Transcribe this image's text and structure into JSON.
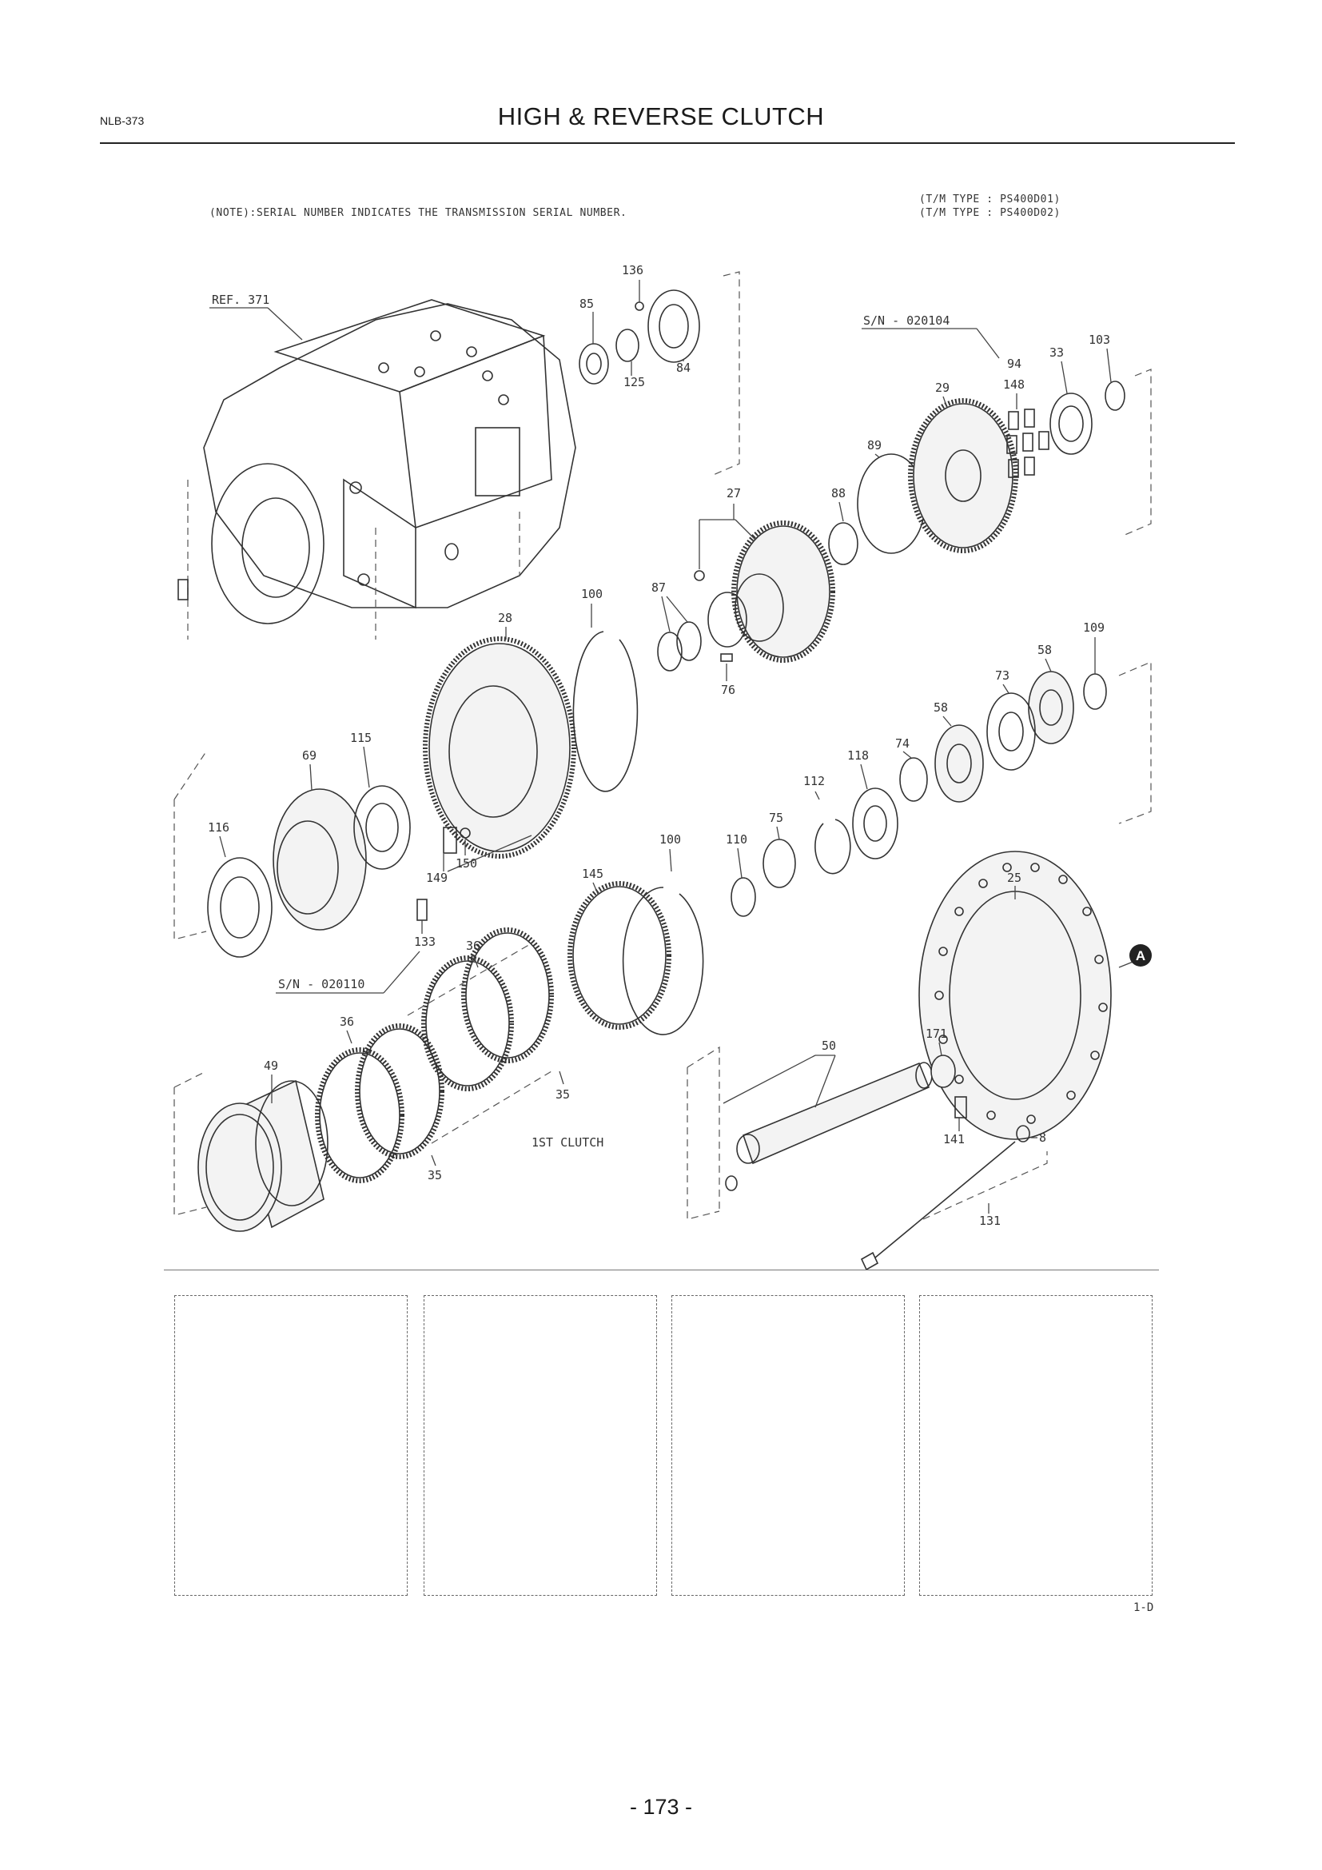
{
  "header": {
    "page_code": "NLB-373",
    "title": "HIGH & REVERSE CLUTCH"
  },
  "note": "(NOTE):SERIAL NUMBER INDICATES THE TRANSMISSION SERIAL NUMBER.",
  "tm_types": [
    "(T/M TYPE : PS400D01)",
    "(T/M TYPE : PS400D02)"
  ],
  "diagram": {
    "labels": {
      "ref": "REF. 371",
      "sn_top": "S/N - 020104",
      "sn_bottom": "S/N - 020110",
      "first_clutch": "1ST CLUTCH",
      "section_marker": "A"
    },
    "callouts": {
      "p136": "136",
      "p85": "85",
      "p125": "125",
      "p84": "84",
      "p103": "103",
      "p33": "33",
      "p94": "94",
      "p148": "148",
      "p29": "29",
      "p89": "89",
      "p27": "27",
      "p88": "88",
      "p87": "87",
      "p100a": "100",
      "p76": "76",
      "p28": "28",
      "p109": "109",
      "p58a": "58",
      "p73": "73",
      "p58b": "58",
      "p74": "74",
      "p118": "118",
      "p112": "112",
      "p75": "75",
      "p110": "110",
      "p100b": "100",
      "p115": "115",
      "p69": "69",
      "p116": "116",
      "p149": "149",
      "p150": "150",
      "p145": "145",
      "p25": "25",
      "p133": "133",
      "p36a": "36",
      "p36b": "36",
      "p49": "49",
      "p35a": "35",
      "p35b": "35",
      "p50": "50",
      "p171": "171",
      "p141": "141",
      "p8": "8",
      "p131": "131"
    }
  },
  "footer": {
    "sheet_code": "1-D",
    "page_number": "- 173 -"
  }
}
